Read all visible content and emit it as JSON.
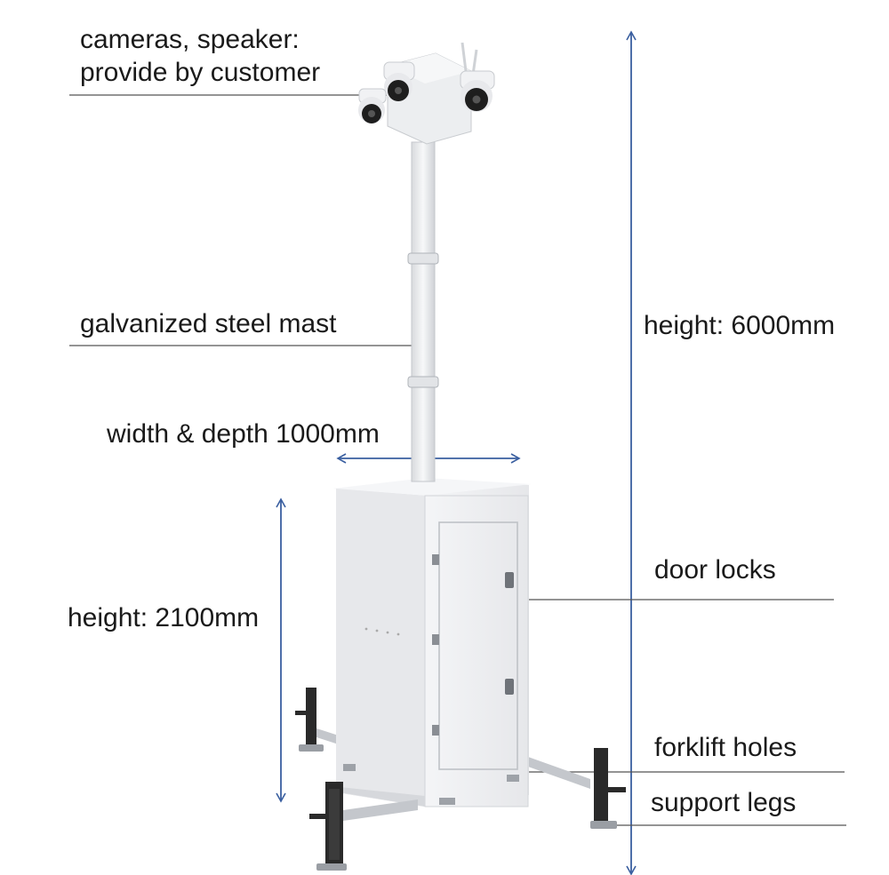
{
  "labels": {
    "cameras_line1": "cameras, speaker:",
    "cameras_line2": "provide by customer",
    "mast": "galvanized steel mast",
    "width_depth": "width & depth 1000mm",
    "total_height": "height: 6000mm",
    "cabinet_height": "height: 2100mm",
    "door_locks": "door locks",
    "forklift_holes": "forklift holes",
    "support_legs": "support legs"
  },
  "colors": {
    "dimension_arrow": "#3a5fa0",
    "leader_line": "#555555",
    "cabinet": "#eeeff1",
    "cabinet_shadow": "#d6d8dc",
    "leg_metal": "#c4c7cc",
    "jack_dark": "#2a2a2a",
    "text": "#1a1a1a"
  }
}
